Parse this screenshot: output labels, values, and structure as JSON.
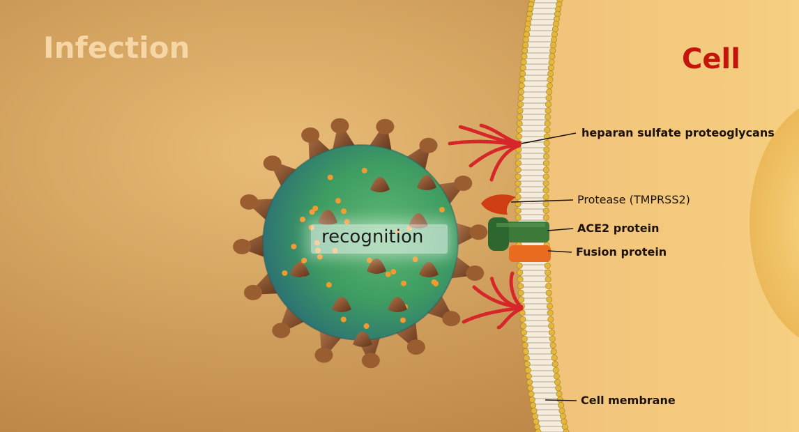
{
  "titles": {
    "infection": "Infection",
    "cell": "Cell"
  },
  "process_label": "recognition",
  "labels": {
    "heparan": "heparan sulfate proteoglycans",
    "protease": "Protease (TMPRSS2)",
    "ace2": "ACE2 protein",
    "fusion": "Fusion protein",
    "membrane": "Cell membrane"
  },
  "colors": {
    "background": "#dba55c",
    "cell_interior": "#f3c472",
    "virus_body": "#3f9a5e",
    "spike": "#8a4f26",
    "proteoglycan": "#d6262a",
    "protease": "#cf3d12",
    "ace2": "#3d7a3a",
    "fusion": "#e86b1f",
    "cell_title": "#c4150c"
  }
}
